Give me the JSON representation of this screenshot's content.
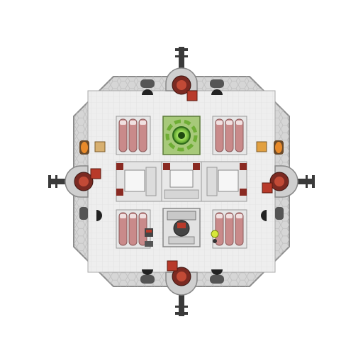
{
  "colors": {
    "background": "#ffffff",
    "hull": "#d9d9d9",
    "hull_edge": "#9a9a9a",
    "hex_plate": "#c6c6c6",
    "floor": "#ececec",
    "floor_grid": "#d0d0d0",
    "bed_fill": "#c98a8a",
    "bed_frame": "#8a5a5a",
    "core_green": "#8fd14f",
    "core_dark": "#2e6b1a",
    "thruster_orange": "#e88a2a",
    "turret_red": "#b83a2a",
    "dark_metal": "#3a3a3a"
  },
  "modules": {
    "reactor_core": "reactor-core",
    "command_bridge": "command-bridge",
    "signal_light": "signal-light"
  },
  "icons": [
    "antenna-icon",
    "turret-icon",
    "thruster-icon",
    "docking-clamp-icon",
    "bed-icon",
    "crate-icon"
  ]
}
